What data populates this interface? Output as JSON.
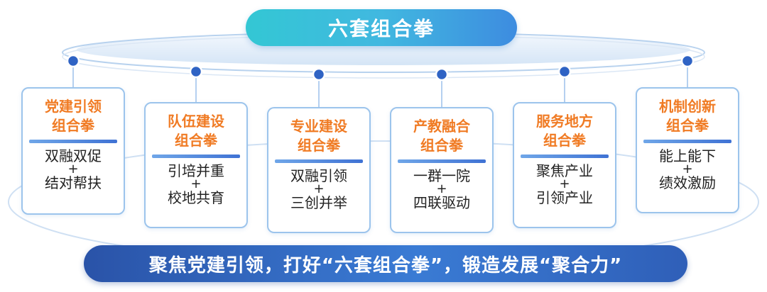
{
  "title": "六套组合拳",
  "footer": "聚焦党建引领，打好“六套组合拳”，锻造发展“聚合力”",
  "colors": {
    "title_gradient_start": "#33c7d4",
    "title_gradient_end": "#3d8ce0",
    "card_heading": "#f07b24",
    "card_border": "#9cc4ec",
    "node": "#2f63c4",
    "footer_gradient": "#2a53a8"
  },
  "cards": [
    {
      "heading": [
        "党建引领",
        "组合拳"
      ],
      "line1": "双融双促",
      "plus": "+",
      "line2": "结对帮扶"
    },
    {
      "heading": [
        "队伍建设",
        "组合拳"
      ],
      "line1": "引培并重",
      "plus": "+",
      "line2": "校地共育"
    },
    {
      "heading": [
        "专业建设",
        "组合拳"
      ],
      "line1": "双融引领",
      "plus": "+",
      "line2": "三创并举"
    },
    {
      "heading": [
        "产教融合",
        "组合拳"
      ],
      "line1": "一群一院",
      "plus": "+",
      "line2": "四联驱动"
    },
    {
      "heading": [
        "服务地方",
        "组合拳"
      ],
      "line1": "聚焦产业",
      "plus": "+",
      "line2": "引领产业"
    },
    {
      "heading": [
        "机制创新",
        "组合拳"
      ],
      "line1": "能上能下",
      "plus": "+",
      "line2": "绩效激励"
    }
  ]
}
